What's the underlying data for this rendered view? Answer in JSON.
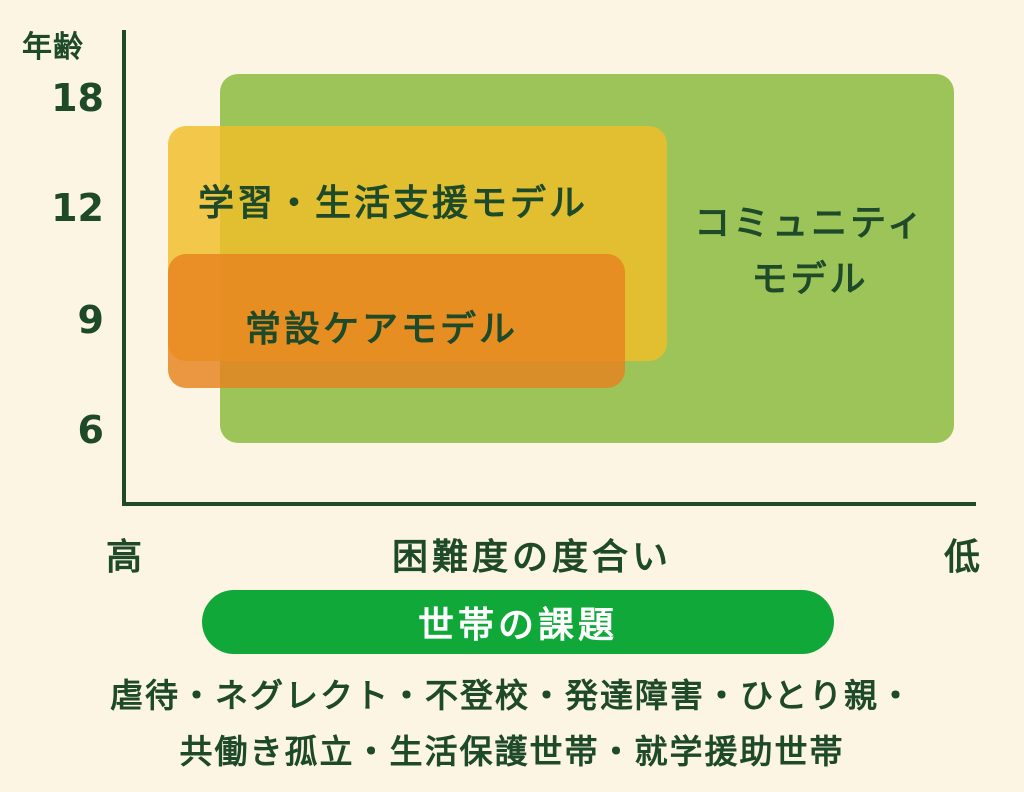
{
  "axis": {
    "y_label": "年齢",
    "y_ticks": [
      "18",
      "12",
      "9",
      "6"
    ],
    "x_left": "高",
    "x_center": "困難度の度合い",
    "x_right": "低"
  },
  "models": {
    "community_line1": "コミュニティ",
    "community_line2": "モデル",
    "learning": "学習・生活支援モデル",
    "care": "常設ケアモデル"
  },
  "issues": {
    "heading": "世帯の課題",
    "line1": "虐待・ネグレクト・不登校・発達障害・ひとり親・",
    "line2": "共働き孤立・生活保護世帯・就学援助世帯"
  },
  "colors": {
    "background": "#fdf5e4",
    "text": "#1e4a2a",
    "community": "#9dc458",
    "learning": "#f0be28",
    "care": "#e7821e",
    "pill": "#11a83a"
  }
}
